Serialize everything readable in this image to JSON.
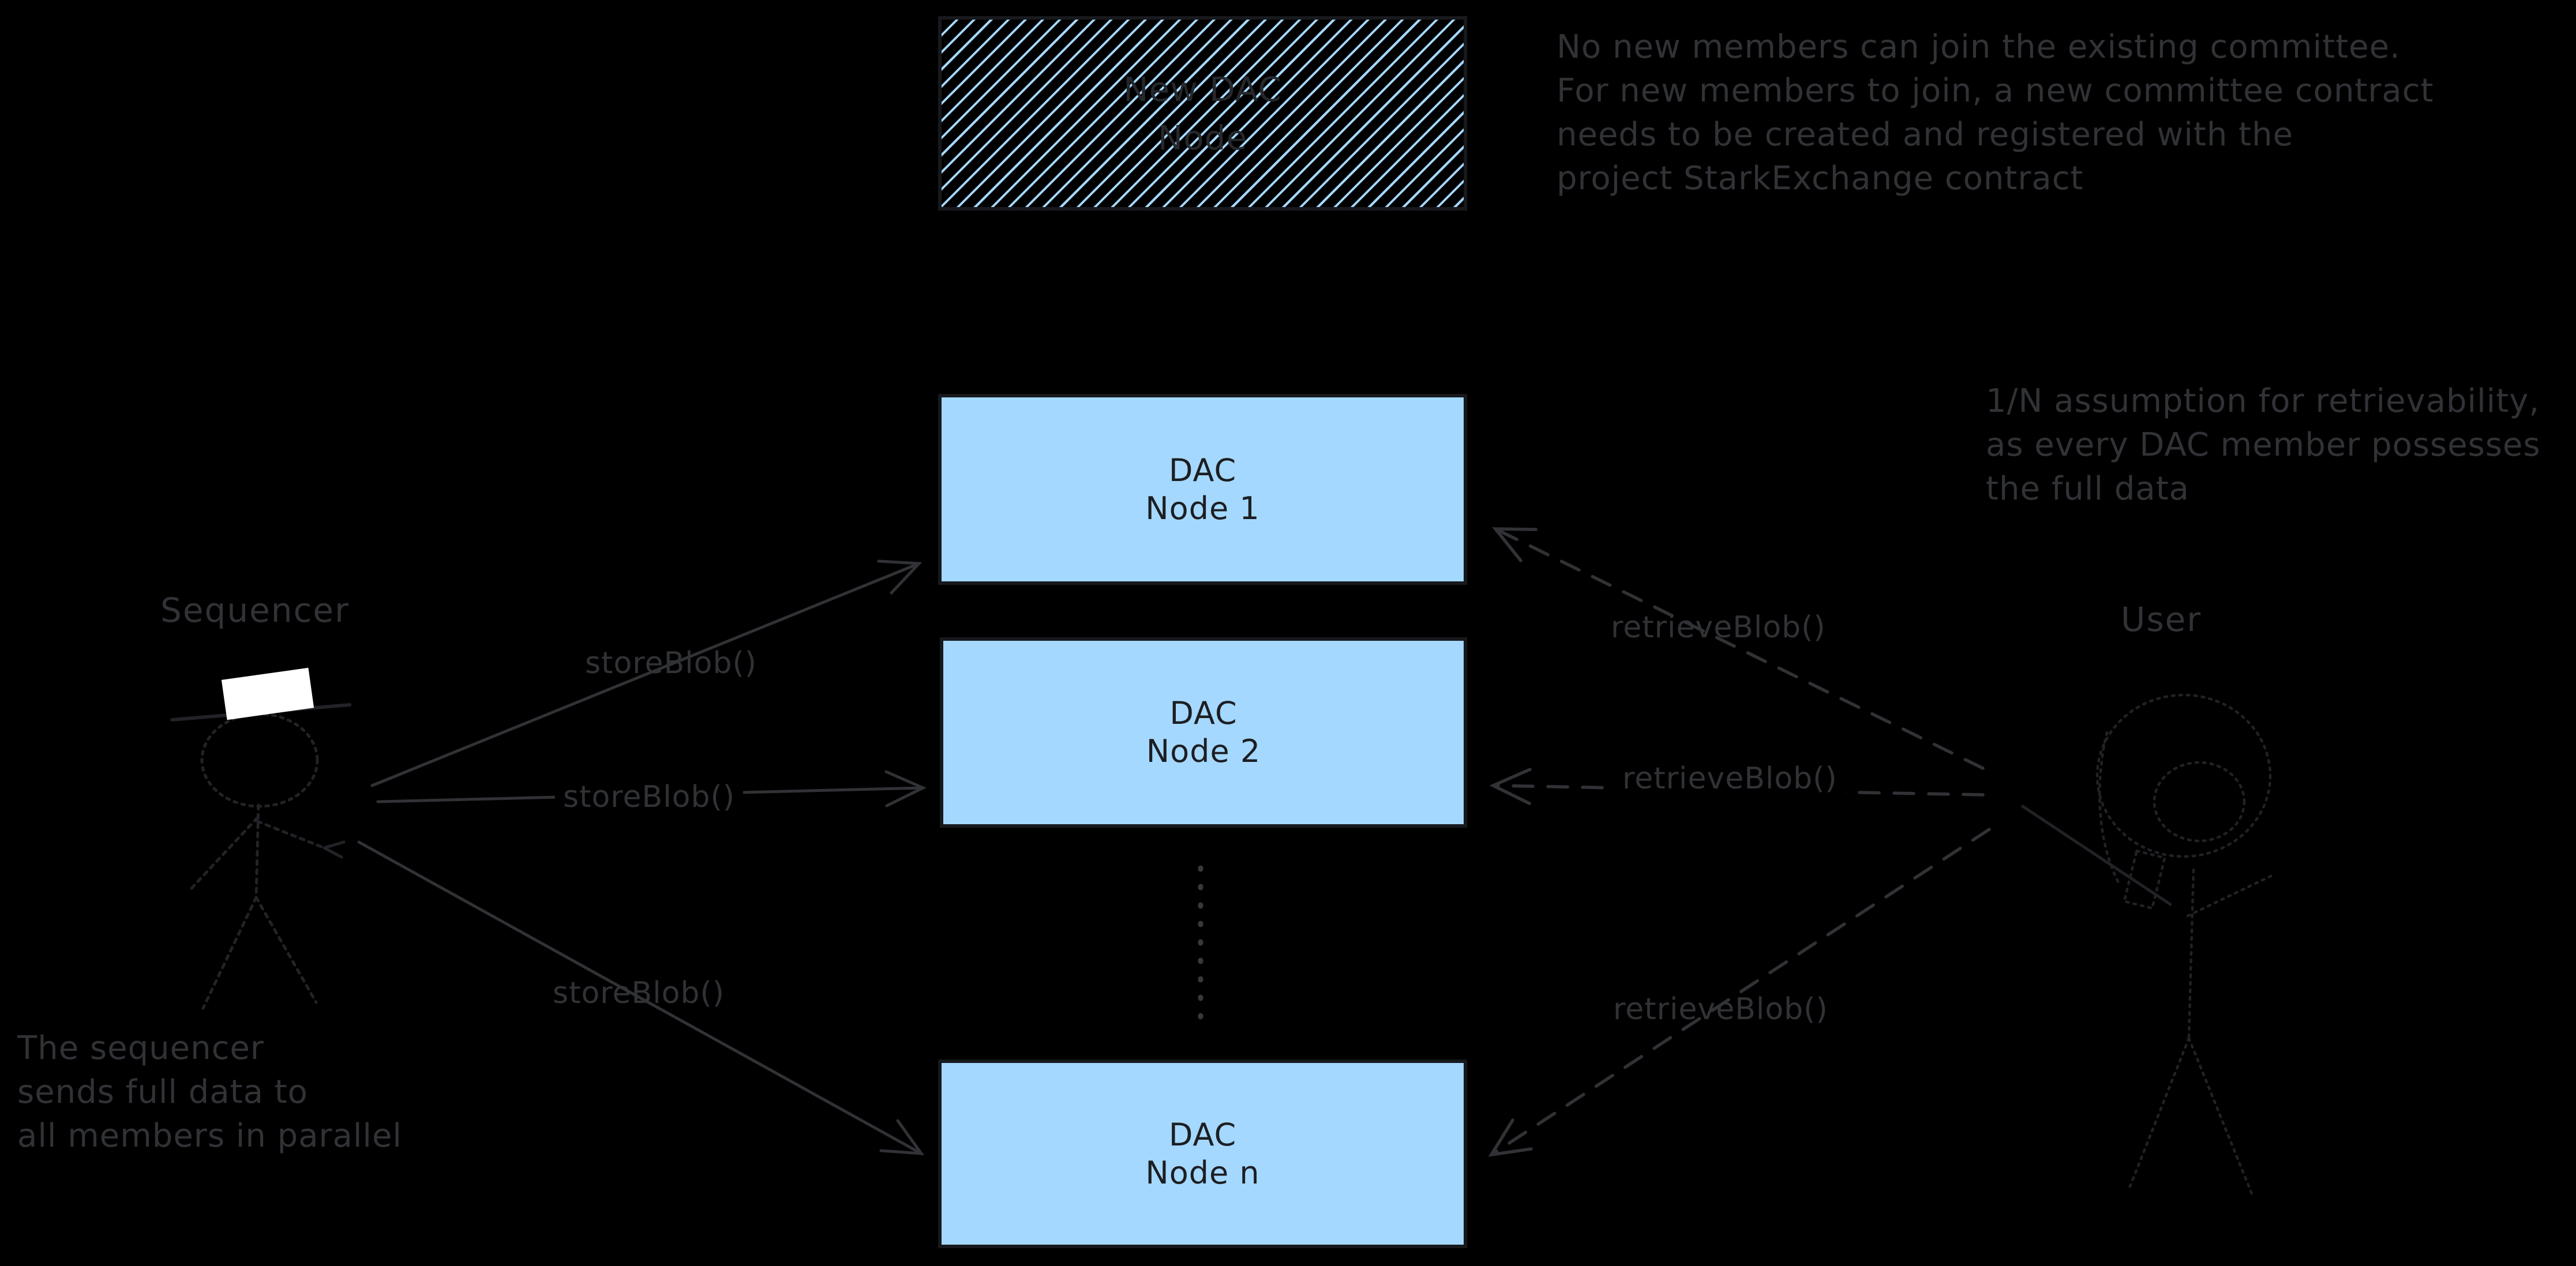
{
  "diagram": {
    "hatched_box": {
      "lines": [
        "New DAC",
        "Node"
      ]
    },
    "nodes": [
      {
        "line1": "DAC",
        "line2": "Node 1"
      },
      {
        "line1": "DAC",
        "line2": "Node 2"
      },
      {
        "line1": "DAC",
        "line2": "Node n"
      }
    ],
    "labels": {
      "sequencer": "Sequencer",
      "user": "User",
      "store": "storeBlob()",
      "retrieve": "retrieveBlob()"
    },
    "annotations": {
      "top_right": [
        "No new members can join the existing committee.",
        "For new members to join, a new committee contract",
        "needs to be created and registered with the",
        "project StarkExchange contract"
      ],
      "right": [
        "1/N assumption for retrievability,",
        "as every DAC member possesses",
        "the full data"
      ],
      "bottom_left": [
        "The sequencer",
        "sends full data to",
        "all members in parallel"
      ]
    },
    "colors": {
      "background": "#000000",
      "node_fill": "#a5d8ff",
      "node_border": "#17191d",
      "node_text": "#1c1e22",
      "annotation_text": "#303236",
      "arrow": "#303236",
      "figure_stroke": "#212327",
      "sequencer_hat": "#ffffff"
    }
  }
}
